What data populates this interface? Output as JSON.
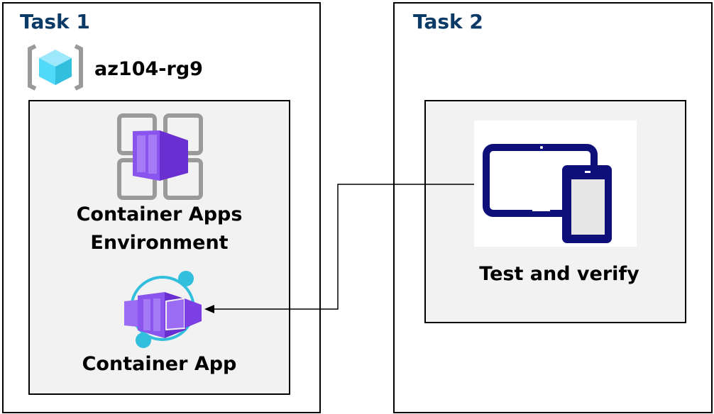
{
  "task1": {
    "title": "Task 1",
    "resource_group": {
      "name": "az104-rg9",
      "icon": "resource-group-icon"
    },
    "environment": {
      "label_line1": "Container Apps",
      "label_line2": "Environment",
      "icon": "container-apps-environment-icon"
    },
    "app": {
      "label": "Container App",
      "icon": "container-app-icon"
    }
  },
  "task2": {
    "title": "Task 2",
    "test": {
      "label": "Test and verify",
      "icon": "devices-icon"
    }
  },
  "colors": {
    "task_title": "#0b3a66",
    "inner_fill": "#f2f2f2",
    "purple": "#7b3fe4",
    "cyan": "#32bedd",
    "device_navy": "#0f0f7a"
  }
}
